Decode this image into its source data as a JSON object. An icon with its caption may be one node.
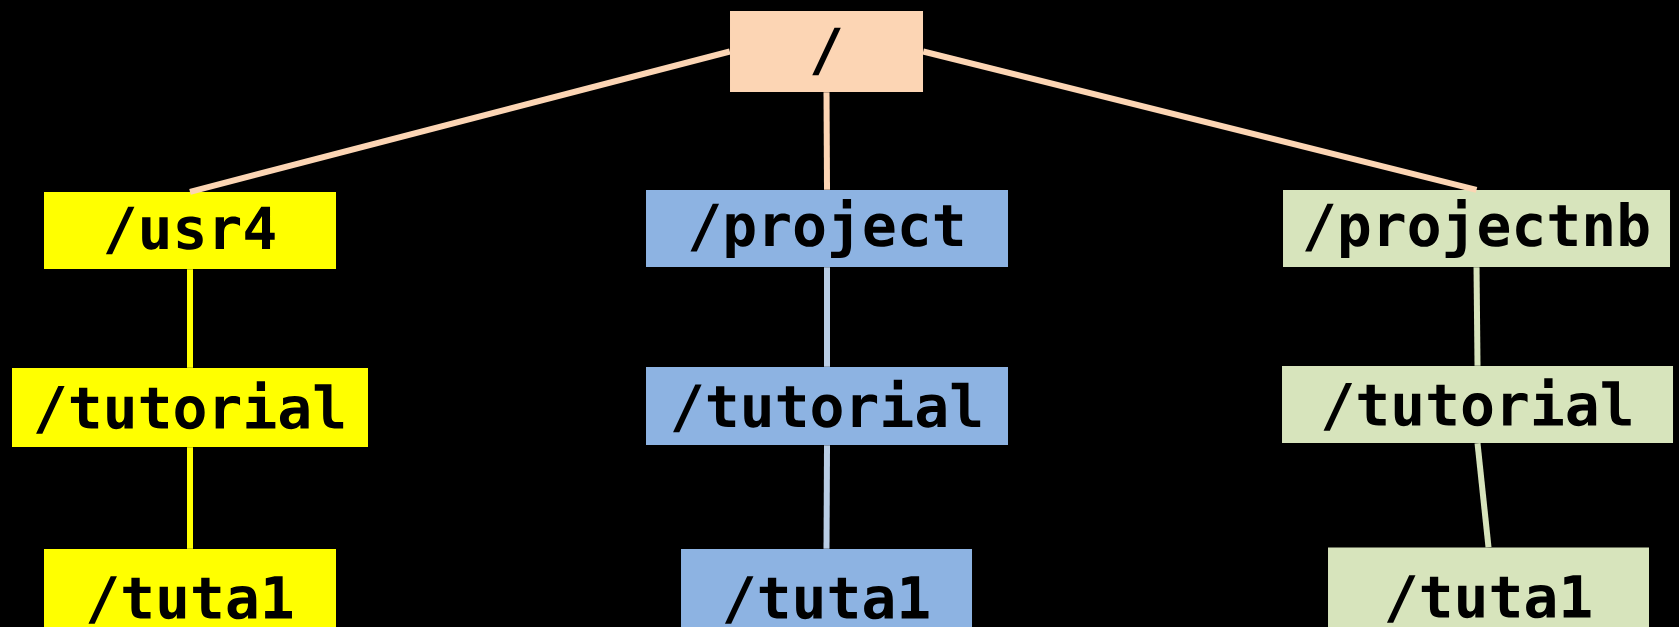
{
  "diagram": {
    "nodes": [
      {
        "text": [
          "/"
        ]
      },
      {
        "text": [
          "/usr4"
        ]
      },
      {
        "text": [
          "/project"
        ]
      },
      {
        "text": [
          "/projectnb"
        ]
      },
      {
        "text": [
          "/tutorial"
        ]
      },
      {
        "text": [
          "/tutorial"
        ]
      },
      {
        "text": [
          "/tutorial"
        ]
      },
      {
        "text": [
          "/tuta1"
        ]
      },
      {
        "text": [
          "/tuta1"
        ]
      },
      {
        "text": [
          "/tuta1"
        ]
      }
    ],
    "edges": [
      {
        "from": 0,
        "to": 1,
        "arrow": "none",
        "color": "#fcd5b4"
      },
      {
        "from": 0,
        "to": 2,
        "arrow": "none",
        "color": "#fcd5b4"
      },
      {
        "from": 0,
        "to": 3,
        "arrow": "none",
        "color": "#fcd5b4"
      },
      {
        "from": 1,
        "to": 4,
        "arrow": "none",
        "color": "#ffff00"
      },
      {
        "from": 4,
        "to": 7,
        "arrow": "none",
        "color": "#ffff00"
      },
      {
        "from": 2,
        "to": 5,
        "arrow": "none",
        "color": "#b9cde5"
      },
      {
        "from": 5,
        "to": 8,
        "arrow": "none",
        "color": "#b9cde5"
      },
      {
        "from": 3,
        "to": 6,
        "arrow": "none",
        "color": "#d7e4bc"
      },
      {
        "from": 6,
        "to": 9,
        "arrow": "none",
        "color": "#d7e4bc"
      }
    ]
  }
}
